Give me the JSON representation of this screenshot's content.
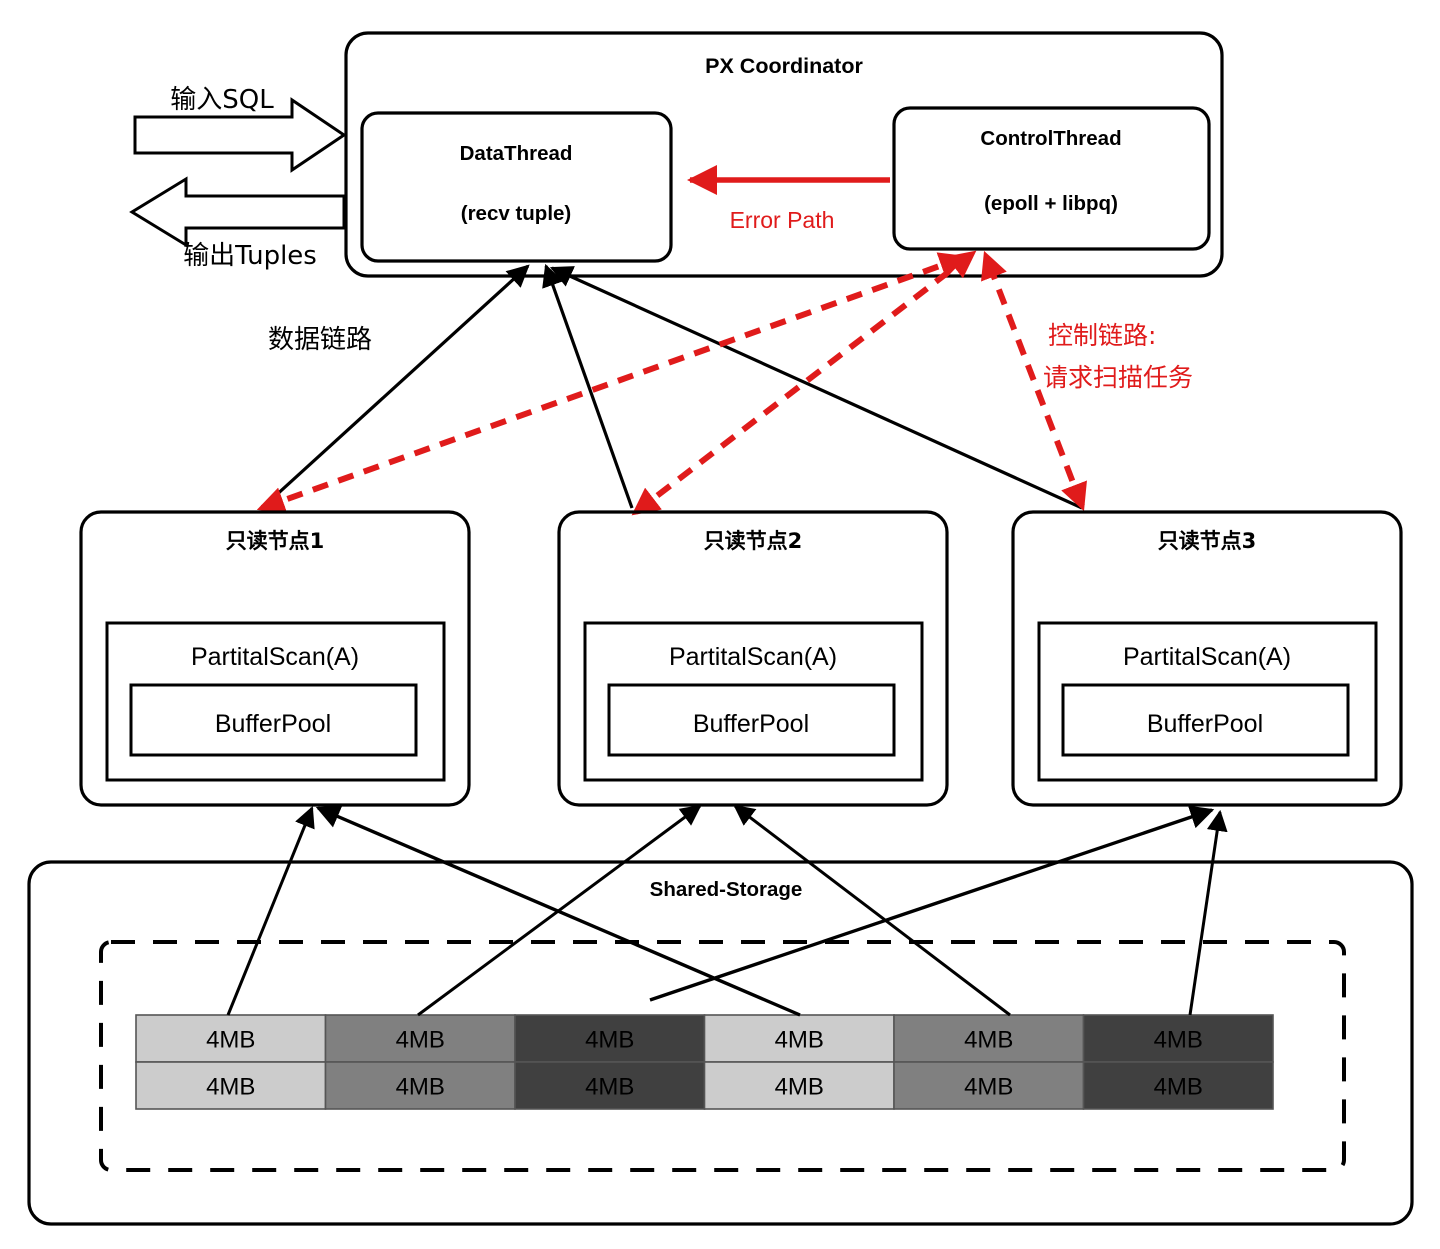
{
  "coordinator": {
    "title": "PX Coordinator",
    "data_thread": {
      "name": "DataThread",
      "detail": "(recv tuple)"
    },
    "control_thread": {
      "name": "ControlThread",
      "detail": "(epoll + libpq)"
    },
    "error_path_label": "Error Path"
  },
  "io": {
    "input_label": "输入SQL",
    "output_label": "输出Tuples"
  },
  "links": {
    "data_link_label": "数据链路",
    "control_link_line1": "控制链路:",
    "control_link_line2": "请求扫描任务"
  },
  "nodes": [
    {
      "title": "只读节点1",
      "scan": "PartitalScan(A)",
      "buffer": "BufferPool"
    },
    {
      "title": "只读节点2",
      "scan": "PartitalScan(A)",
      "buffer": "BufferPool"
    },
    {
      "title": "只读节点3",
      "scan": "PartitalScan(A)",
      "buffer": "BufferPool"
    }
  ],
  "storage": {
    "title": "Shared-Storage",
    "block_label": "4MB",
    "rows": [
      [
        "4MB",
        "4MB",
        "4MB",
        "4MB",
        "4MB",
        "4MB"
      ],
      [
        "4MB",
        "4MB",
        "4MB",
        "4MB",
        "4MB",
        "4MB"
      ]
    ],
    "shades": [
      "#cccccc",
      "#808080",
      "#404040",
      "#cccccc",
      "#808080",
      "#404040"
    ]
  },
  "colors": {
    "accent_red": "#e01b1b",
    "outline": "#000000",
    "block_light": "#cccccc",
    "block_medium": "#808080",
    "block_dark": "#404040"
  }
}
